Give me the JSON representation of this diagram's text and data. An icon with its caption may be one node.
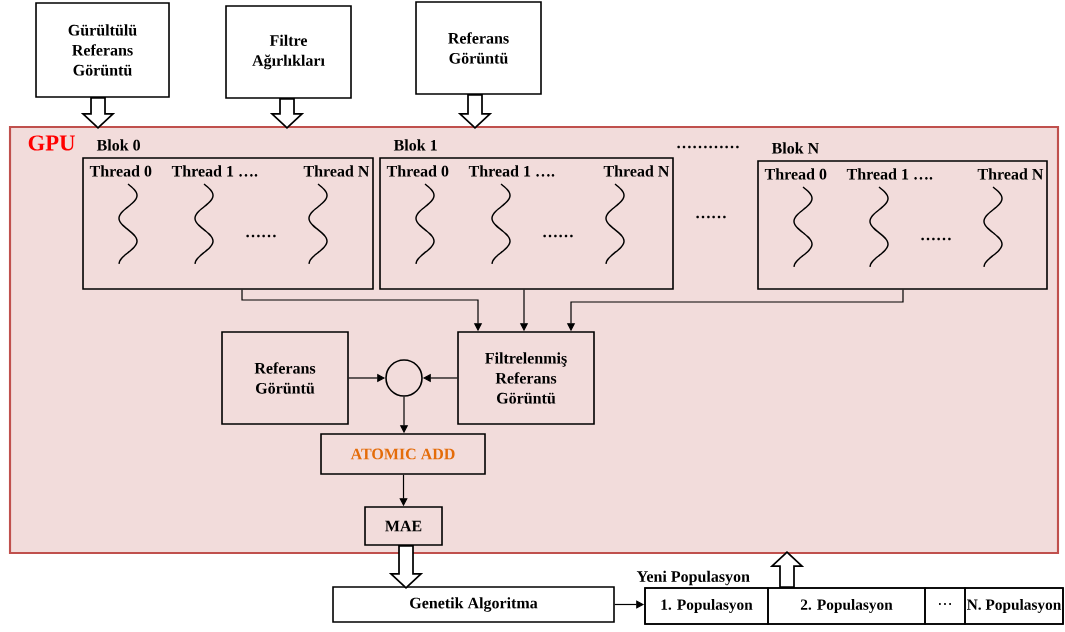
{
  "diagram": {
    "nodes": [
      {
        "text": [
          "Gürültülü Referans Görüntü"
        ]
      },
      {
        "text": [
          "Filtre Ağırlıkları"
        ]
      },
      {
        "text": [
          "Referans Görüntü"
        ]
      },
      {
        "text": [
          "GPU"
        ]
      },
      {
        "text": [
          "Blok 0",
          "Thread 0",
          "Thread 1 ….",
          "Thread N",
          "……"
        ],
        "in": 3
      },
      {
        "text": [
          "Blok 1",
          "Thread 0",
          "Thread 1 ….",
          "Thread N",
          "……"
        ],
        "in": 3
      },
      {
        "text": [
          "Blok N",
          "Thread 0",
          "Thread 1 ….",
          "Thread N",
          "……"
        ],
        "in": 3
      },
      {
        "text": [
          "Referans Görüntü"
        ],
        "in": 3
      },
      {
        "text": [],
        "shape": "circle",
        "in": 3
      },
      {
        "text": [
          "Filtrelenmiş Referans Görüntü"
        ],
        "in": 3
      },
      {
        "text": [
          "ATOMIC ADD"
        ],
        "in": 3
      },
      {
        "text": [
          "MAE"
        ],
        "in": 3
      },
      {
        "text": [
          "Genetik Algoritma"
        ]
      },
      {
        "text": [
          "Yeni Populasyon"
        ]
      },
      {
        "text": [
          "1. Populasyon"
        ],
        "in": 13
      },
      {
        "text": [
          "2. Populasyon"
        ],
        "in": 13
      },
      {
        "text": [
          "⋯"
        ],
        "in": 13
      },
      {
        "text": [
          "N. Populasyon"
        ],
        "in": 13
      }
    ],
    "edges": [
      {
        "from": 0,
        "to": 3,
        "arrow": "to",
        "style": "thick"
      },
      {
        "from": 1,
        "to": 3,
        "arrow": "to",
        "style": "thick"
      },
      {
        "from": 2,
        "to": 3,
        "arrow": "to",
        "style": "thick"
      },
      {
        "from": 4,
        "to": 9,
        "arrow": "to"
      },
      {
        "from": 5,
        "to": 9,
        "arrow": "to"
      },
      {
        "from": 6,
        "to": 9,
        "arrow": "to"
      },
      {
        "from": 7,
        "to": 8,
        "arrow": "to"
      },
      {
        "from": 9,
        "to": 8,
        "arrow": "to"
      },
      {
        "from": 8,
        "to": 10,
        "arrow": "to"
      },
      {
        "from": 10,
        "to": 11,
        "arrow": "to"
      },
      {
        "from": 11,
        "to": 12,
        "arrow": "to",
        "style": "thick"
      },
      {
        "from": 12,
        "to": 13,
        "arrow": "to"
      },
      {
        "from": 13,
        "to": 3,
        "arrow": "to",
        "style": "thick"
      }
    ],
    "labels": [
      "…………",
      "……"
    ]
  }
}
